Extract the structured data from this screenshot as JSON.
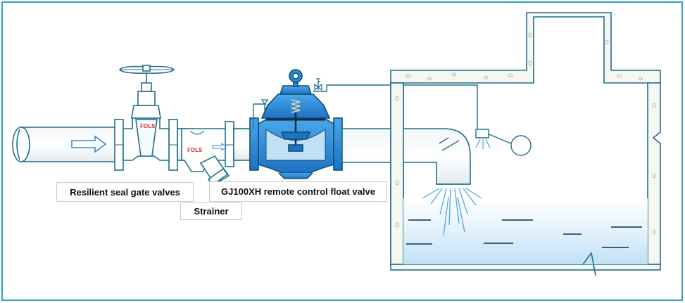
{
  "labels": {
    "gate_valves": "Resilient seal gate valves",
    "float_valve": "GJ100XH remote control float valve",
    "strainer": "Strainer"
  },
  "body_marks": {
    "gate_valve_mark": "FOLS",
    "strainer_mark": "FOLS"
  },
  "colors": {
    "frame": "#2aa6c8",
    "outline": "#1f6f8b",
    "valve_blue": "#2b8bd8",
    "valve_light": "#bfe0f5",
    "water": "#d6ecfb",
    "pipe_fill": "#ffffff"
  }
}
